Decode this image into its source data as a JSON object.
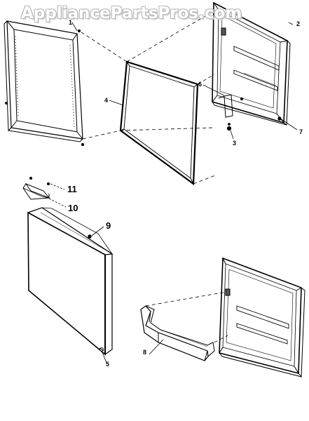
{
  "watermark": "AppliancePartsPros.com",
  "callouts": {
    "c1": "1",
    "c2": "2",
    "c3": "3",
    "c4": "4",
    "c5": "5",
    "c6": "6",
    "c7": "7",
    "c8": "8",
    "c9": "9",
    "c10": "10",
    "c11": "11"
  }
}
